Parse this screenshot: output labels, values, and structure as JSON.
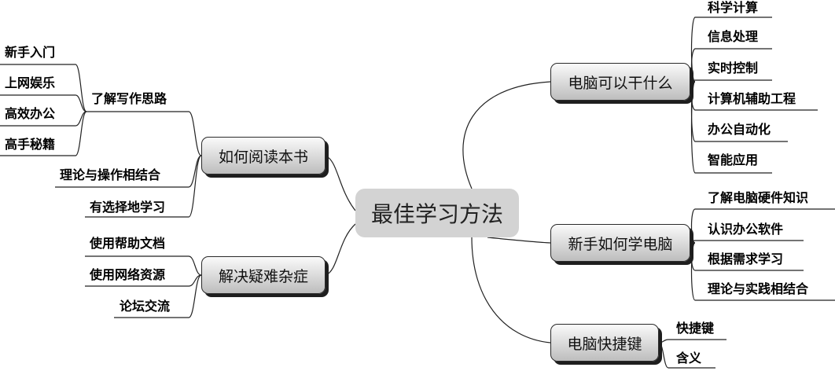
{
  "center": {
    "label": "最佳学习方法"
  },
  "topics": {
    "read_book": {
      "label": "如何阅读本书",
      "children": [
        "了解写作思路",
        "理论与操作相结合",
        "有选择地学习"
      ]
    },
    "writing_idea": {
      "children": [
        "新手入门",
        "上网娱乐",
        "高效办公",
        "高手秘籍"
      ]
    },
    "problems": {
      "label": "解决疑难杂症",
      "children": [
        "使用帮助文档",
        "使用网络资源",
        "论坛交流"
      ]
    },
    "uses": {
      "label": "电脑可以干什么",
      "children": [
        "科学计算",
        "信息处理",
        "实时控制",
        "计算机辅助工程",
        "办公自动化",
        "智能应用"
      ]
    },
    "newbie": {
      "label": "新手如何学电脑",
      "children": [
        "了解电脑硬件知识",
        "认识办公软件",
        "根据需求学习",
        "理论与实践相结合"
      ]
    },
    "shortcuts": {
      "label": "电脑快捷键",
      "children": [
        "快捷键",
        "含义"
      ]
    }
  }
}
